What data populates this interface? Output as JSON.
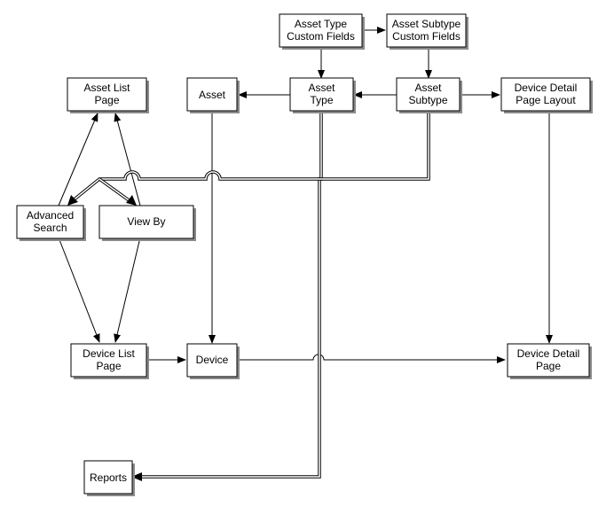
{
  "diagram": {
    "nodes": {
      "asset_type_custom_fields": [
        "Asset Type",
        "Custom Fields"
      ],
      "asset_subtype_custom_fields": [
        "Asset Subtype",
        "Custom Fields"
      ],
      "asset_list_page": [
        "Asset List",
        "Page"
      ],
      "asset": [
        "Asset"
      ],
      "asset_type": [
        "Asset",
        "Type"
      ],
      "asset_subtype": [
        "Asset",
        "Subtype"
      ],
      "device_detail_page_layout": [
        "Device Detail",
        "Page Layout"
      ],
      "advanced_search": [
        "Advanced",
        "Search"
      ],
      "view_by": [
        "View By"
      ],
      "device_list_page": [
        "Device List",
        "Page"
      ],
      "device": [
        "Device"
      ],
      "device_detail_page": [
        "Device Detail",
        "Page"
      ],
      "reports": [
        "Reports"
      ]
    },
    "edges": [
      {
        "from": "asset_type_custom_fields",
        "to": "asset_subtype_custom_fields"
      },
      {
        "from": "asset_type_custom_fields",
        "to": "asset_type"
      },
      {
        "from": "asset_subtype_custom_fields",
        "to": "asset_subtype"
      },
      {
        "from": "asset_type",
        "to": "asset"
      },
      {
        "from": "asset_subtype",
        "to": "asset_type"
      },
      {
        "from": "asset_subtype",
        "to": "device_detail_page_layout"
      },
      {
        "from": "device_detail_page_layout",
        "to": "device_detail_page"
      },
      {
        "from": "asset",
        "to": "device"
      },
      {
        "from": "device_list_page",
        "to": "device"
      },
      {
        "from": "device",
        "to": "device_detail_page"
      },
      {
        "from": "advanced_search",
        "to": "asset_list_page"
      },
      {
        "from": "view_by",
        "to": "asset_list_page"
      },
      {
        "from": "advanced_search",
        "to": "device_list_page"
      },
      {
        "from": "view_by",
        "to": "device_list_page"
      },
      {
        "from": "asset_type",
        "to": "advanced_search",
        "style": "double"
      },
      {
        "from": "asset_type",
        "to": "view_by",
        "style": "double"
      },
      {
        "from": "asset_subtype",
        "to": "advanced_search",
        "style": "double"
      },
      {
        "from": "asset_type",
        "to": "reports",
        "style": "double"
      }
    ]
  }
}
